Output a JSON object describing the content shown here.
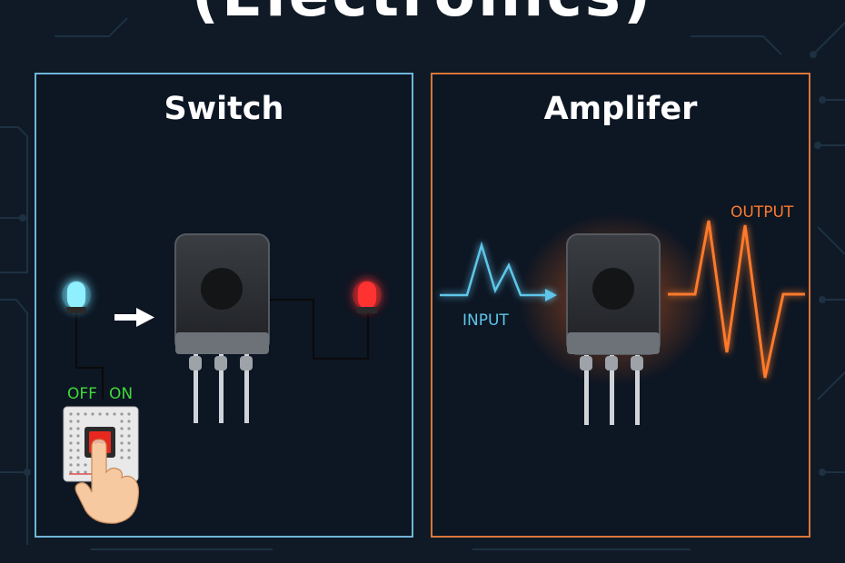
{
  "title": "(Electronics)",
  "switch_panel": {
    "title": "Switch",
    "off_label": "OFF",
    "on_label": "ON"
  },
  "amplifier_panel": {
    "title": "Amplifer",
    "input_label": "INPUT",
    "output_label": "OUTPUT"
  },
  "colors": {
    "background": "#0f1a26",
    "switch_border": "#6fb6d8",
    "amplifier_border": "#d9773a",
    "input_signal": "#5fc6ea",
    "output_signal": "#ff7a2a",
    "switch_label_green": "#3fd83a",
    "led_blue": "#7fe6ff",
    "led_red": "#ff2a2a"
  },
  "icons": [
    "transistor-icon",
    "blue-led-icon",
    "red-led-icon",
    "arrow-icon",
    "breadboard-switch-icon",
    "finger-press-icon"
  ]
}
